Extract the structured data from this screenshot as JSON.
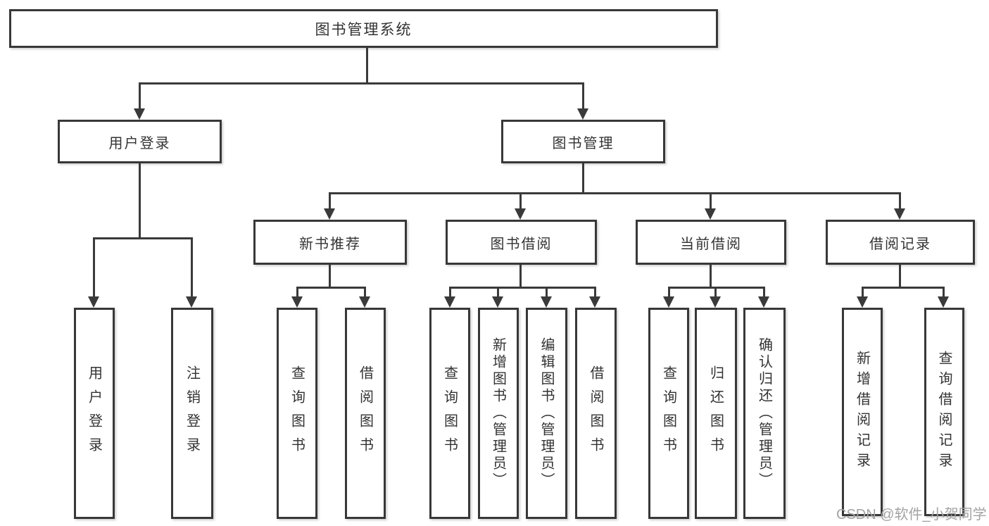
{
  "colors": {
    "line": "#3a3a3a",
    "border": "#383838",
    "text": "#333333",
    "box_background": "#ffffff",
    "watermark_text_color": "#a3a3a3"
  },
  "diagram": {
    "root": {
      "label": "图书管理系统"
    },
    "level2": [
      {
        "label": "用户登录"
      },
      {
        "label": "图书管理"
      }
    ],
    "level3": [
      {
        "label": "新书推荐",
        "parent": "图书管理"
      },
      {
        "label": "图书借阅",
        "parent": "图书管理"
      },
      {
        "label": "当前借阅",
        "parent": "图书管理"
      },
      {
        "label": "借阅记录",
        "parent": "图书管理"
      }
    ],
    "leaves": [
      {
        "label": "用户登录",
        "parent": "用户登录"
      },
      {
        "label": "注销登录",
        "parent": "用户登录"
      },
      {
        "label": "查询图书",
        "parent": "新书推荐"
      },
      {
        "label": "借阅图书",
        "parent": "新书推荐"
      },
      {
        "label": "查询图书",
        "parent": "图书借阅"
      },
      {
        "label": "新增图书（管理员）",
        "parent": "图书借阅"
      },
      {
        "label": "编辑图书（管理员）",
        "parent": "图书借阅"
      },
      {
        "label": "借阅图书",
        "parent": "图书借阅"
      },
      {
        "label": "查询图书",
        "parent": "当前借阅"
      },
      {
        "label": "归还图书",
        "parent": "当前借阅"
      },
      {
        "label": "确认归还（管理员）",
        "parent": "当前借阅"
      },
      {
        "label": "新增借阅记录",
        "parent": "借阅记录"
      },
      {
        "label": "查询借阅记录",
        "parent": "借阅记录"
      }
    ]
  },
  "watermark": {
    "text": "CSDN @软件_小贺同学"
  }
}
